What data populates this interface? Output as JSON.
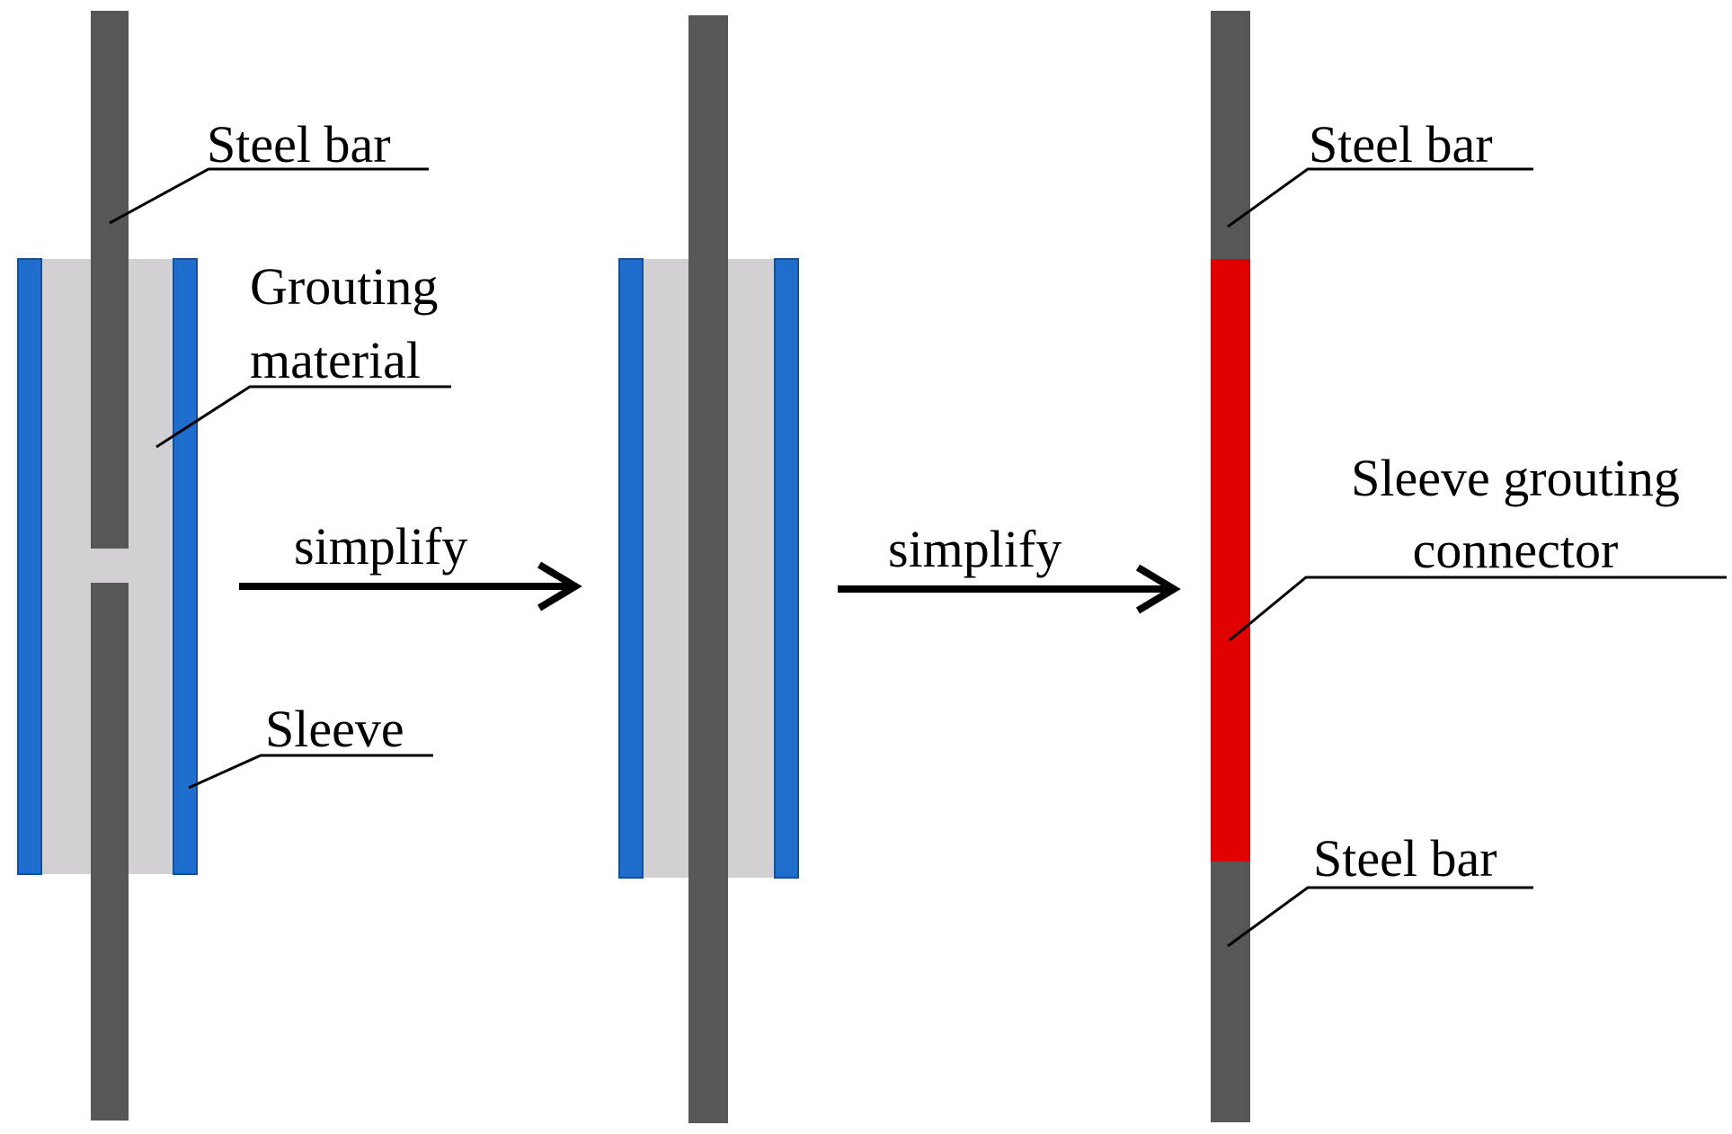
{
  "labels": {
    "stage1_steel_bar": "Steel bar",
    "stage1_grouting_line1": "Grouting",
    "stage1_grouting_line2": "material",
    "stage1_sleeve": "Sleeve",
    "arrow1": "simplify",
    "arrow2": "simplify",
    "stage3_steel_bar_top": "Steel bar",
    "stage3_connector_line1": "Sleeve grouting",
    "stage3_connector_line2": "connector",
    "stage3_steel_bar_bottom": "Steel bar"
  },
  "colors": {
    "steel_bar": "#575757",
    "grout": "#d3d0d3",
    "sleeve": "#1f6dcc",
    "sleeve_edge": "#14509a",
    "connector": "#e00000",
    "line": "#000000"
  }
}
